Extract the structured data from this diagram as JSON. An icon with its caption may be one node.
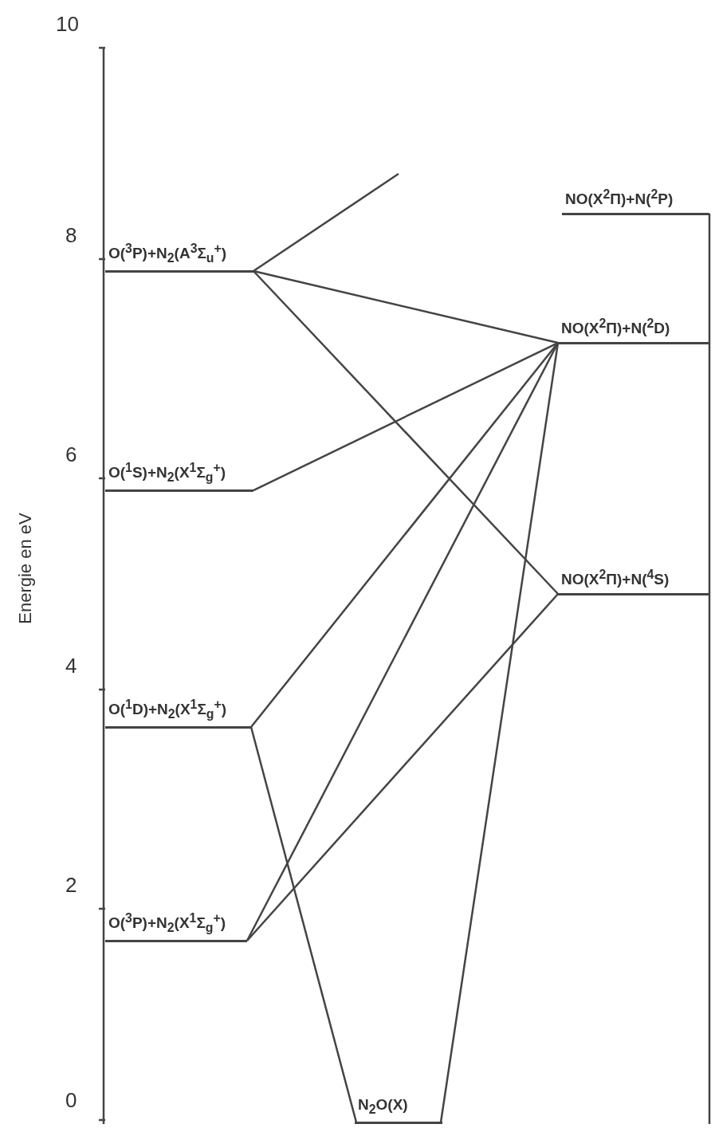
{
  "diagram": {
    "nodes": [
      {
        "text": [
          "O($^{3}$P)+N$_{2}$(A$^{3}$Σ$_{u}$$^{+}$)"
        ]
      },
      {
        "text": [
          "O($^{1}$S)+N$_{2}$(X$^{1}$Σ$_{g}$$^{+}$)"
        ]
      },
      {
        "text": [
          "O($^{1}$D)+N$_{2}$(X$^{1}$Σ$_{g}$$^{+}$)"
        ]
      },
      {
        "text": [
          "O($^{3}$P)+N$_{2}$(X$^{1}$Σ$_{g}$$^{+}$)"
        ]
      },
      {
        "text": [
          "NO(X$^{2}$Π)+N($^{2}$P)"
        ]
      },
      {
        "text": [
          "NO(X$^{2}$Π)+N($^{2}$D)"
        ]
      },
      {
        "text": [
          "NO(X$^{2}$Π)+N($^{4}$S)"
        ]
      },
      {
        "text": [
          "N$_{2}$O(X)"
        ]
      }
    ],
    "edges": [
      {
        "from": 0,
        "to": null,
        "arrow": "none"
      },
      {
        "from": 0,
        "to": 5,
        "arrow": "none"
      },
      {
        "from": 0,
        "to": 6,
        "arrow": "none"
      },
      {
        "from": 1,
        "to": 5,
        "arrow": "none"
      },
      {
        "from": 2,
        "to": 5,
        "arrow": "none"
      },
      {
        "from": 2,
        "to": 7,
        "arrow": "none"
      },
      {
        "from": 3,
        "to": 5,
        "arrow": "none"
      },
      {
        "from": 3,
        "to": 6,
        "arrow": "none"
      },
      {
        "from": 7,
        "to": 5,
        "arrow": "none"
      }
    ],
    "labels": [
      "10",
      "8",
      "6",
      "Energie en eV",
      "4",
      "2",
      "0"
    ]
  }
}
